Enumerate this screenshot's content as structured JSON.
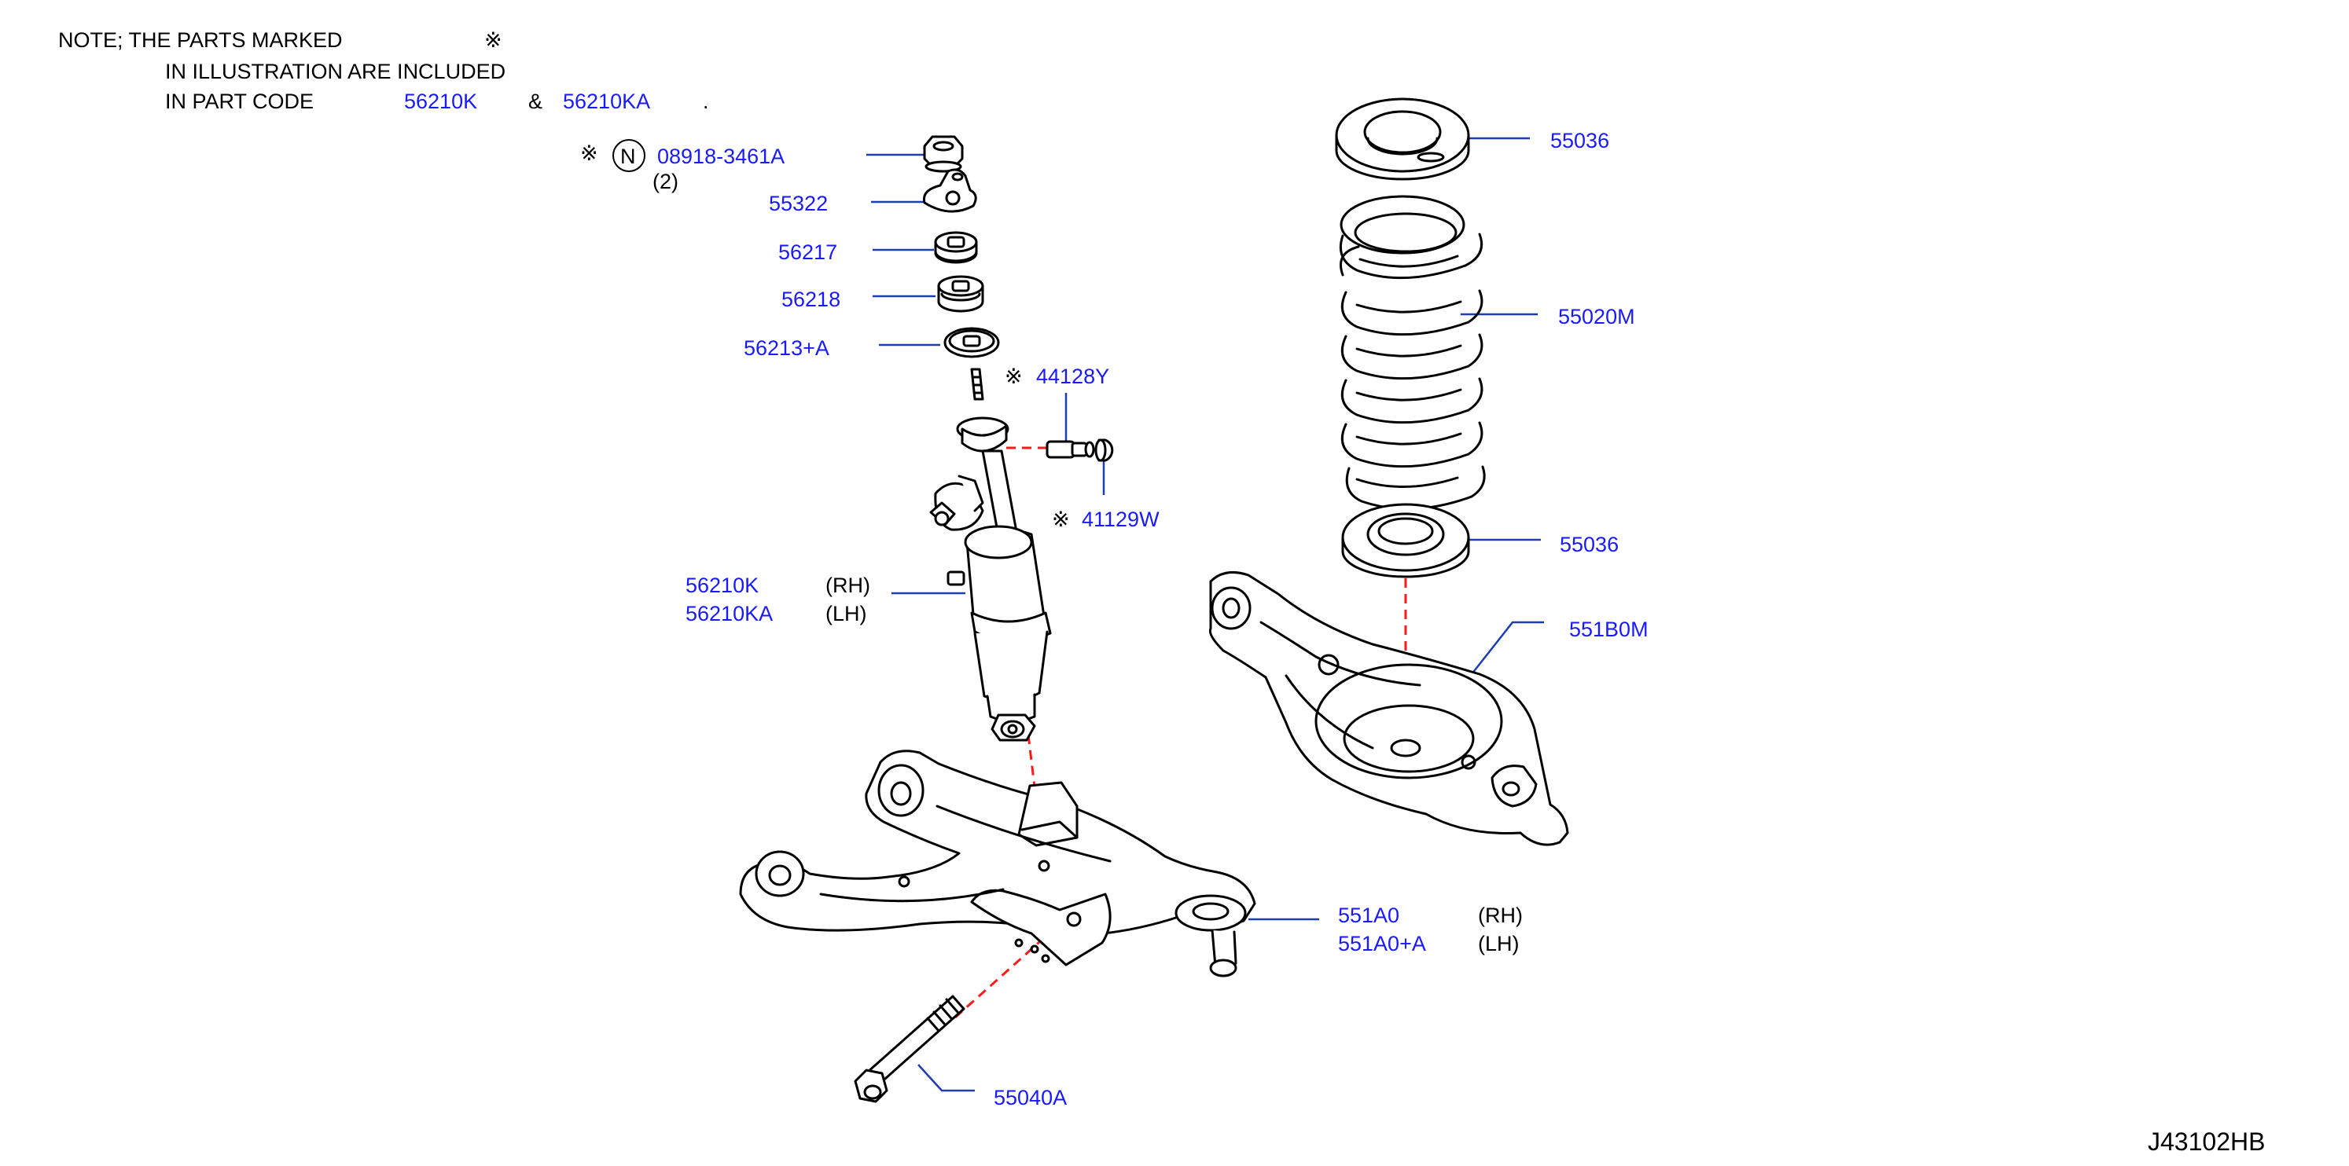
{
  "note": {
    "line1": "NOTE;   THE   PARTS   MARKED",
    "line2": "IN   ILLUSTRATION   ARE   INCLUDED",
    "line3": "IN   PART   CODE",
    "code1": "56210K",
    "amp": "&",
    "code2": "56210KA",
    "period": ".",
    "mark": "※"
  },
  "labels": {
    "p08918": "08918-3461A",
    "p08918_qty": "(2)",
    "p08918_circle": "N",
    "p55322": "55322",
    "p56217": "56217",
    "p56218": "56218",
    "p56213": "56213+A",
    "p44128": "44128Y",
    "p41129": "41129W",
    "p56210k": "56210K",
    "p56210ka": "56210KA",
    "p55036_top": "55036",
    "p55020m": "55020M",
    "p55036_bot": "55036",
    "p551b0m": "551B0M",
    "p551a0": "551A0",
    "p551a0a": "551A0+A",
    "p55040a": "55040A",
    "rh": "(RH)",
    "lh": "(LH)"
  },
  "diagram_code": "J43102HB",
  "colors": {
    "label": "#1a1aff",
    "leader": "#1e3cb4",
    "dashed_line": "#ff1a1a",
    "outline": "#000000"
  }
}
